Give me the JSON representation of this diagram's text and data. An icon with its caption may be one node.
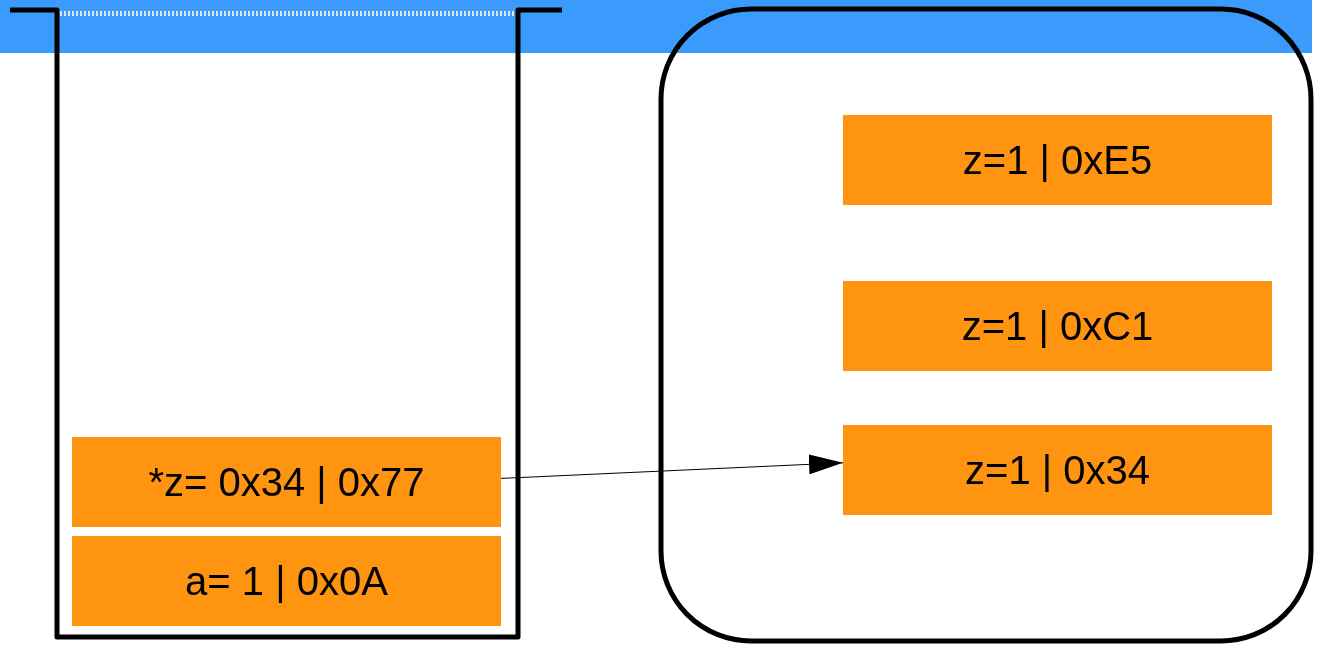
{
  "diagram": {
    "nodes": [
      {
        "text": [],
        "shape": "box"
      },
      {
        "text": [
          "*z= 0x34 | 0x77"
        ],
        "in": 0
      },
      {
        "text": [
          "a= 1 | 0x0A"
        ],
        "in": 0
      },
      {
        "text": [],
        "shape": "box"
      },
      {
        "text": [
          "z=1 | 0xE5"
        ],
        "in": 3
      },
      {
        "text": [
          "z=1 | 0xC1"
        ],
        "in": 3
      },
      {
        "text": [
          "z=1 | 0x34"
        ],
        "in": 3
      }
    ],
    "edges": [
      {
        "from": 1,
        "to": 6,
        "arrow": "to"
      }
    ]
  }
}
